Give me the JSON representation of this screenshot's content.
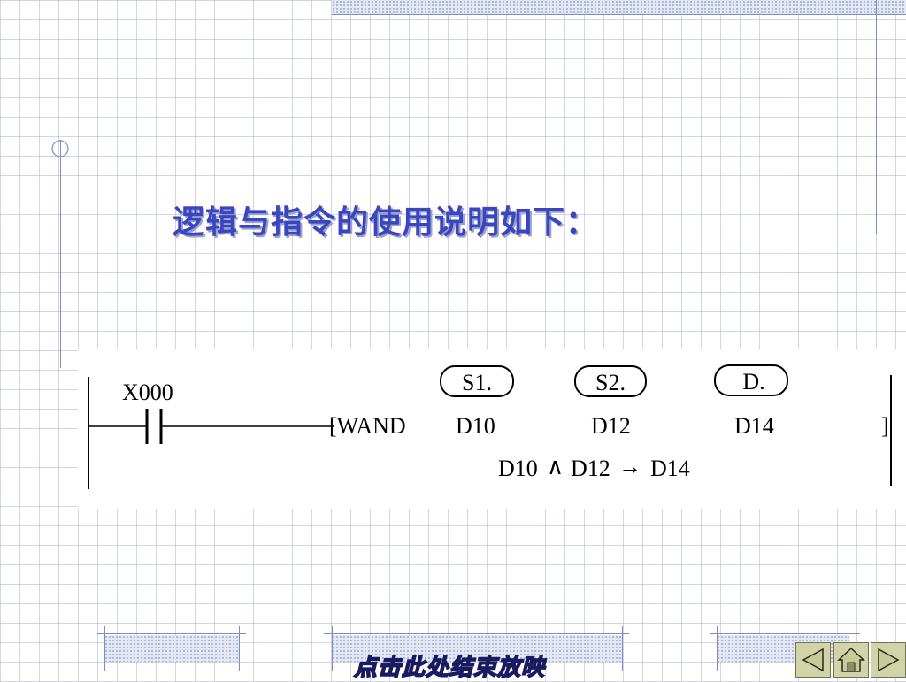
{
  "slide": {
    "title": "逻辑与指令的使用说明如下："
  },
  "ladder": {
    "contact_label": "X000",
    "instruction": "[WAND",
    "operands": [
      {
        "tag": "S1.",
        "value": "D10"
      },
      {
        "tag": "S2.",
        "value": "D12"
      },
      {
        "tag": "D.",
        "value": "D14"
      }
    ],
    "close_bracket": "]",
    "expression": {
      "left": "D10",
      "op": "∧",
      "middle": "D12",
      "arrow": "→",
      "right": "D14"
    }
  },
  "footer": {
    "end_show_label": "点击此处结束放映",
    "nav": [
      {
        "icon": "prev-arrow-icon"
      },
      {
        "icon": "home-icon"
      },
      {
        "icon": "next-arrow-icon"
      }
    ]
  },
  "colors": {
    "title": "#3a45c0",
    "accent_line": "#7e8cc4",
    "nav_button": "#d0d4a8"
  }
}
